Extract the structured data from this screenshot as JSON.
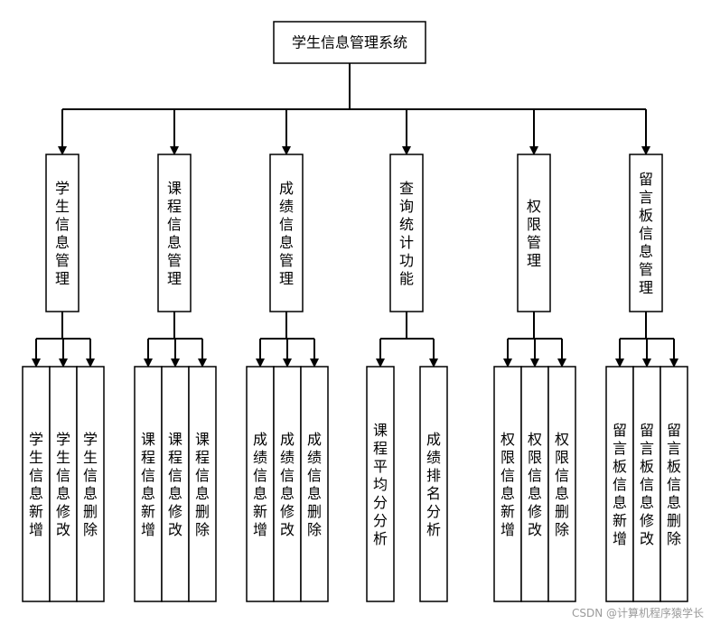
{
  "diagram": {
    "root": {
      "label": "学生信息管理系统"
    },
    "modules": [
      {
        "label": "学生信息管理",
        "children": [
          "学生信息新增",
          "学生信息修改",
          "学生信息删除"
        ]
      },
      {
        "label": "课程信息管理",
        "children": [
          "课程信息新增",
          "课程信息修改",
          "课程信息删除"
        ]
      },
      {
        "label": "成绩信息管理",
        "children": [
          "成绩信息新增",
          "成绩信息修改",
          "成绩信息删除"
        ]
      },
      {
        "label": "查询统计功能",
        "children": [
          "课程平均分分析",
          "成绩排名分析"
        ]
      },
      {
        "label": "权限管理",
        "children": [
          "权限信息新增",
          "权限信息修改",
          "权限信息删除"
        ]
      },
      {
        "label": "留言板信息管理",
        "children": [
          "留言板信息新增",
          "留言板信息修改",
          "留言板信息删除"
        ]
      }
    ]
  },
  "watermark": "CSDN @计算机程序猿学长"
}
